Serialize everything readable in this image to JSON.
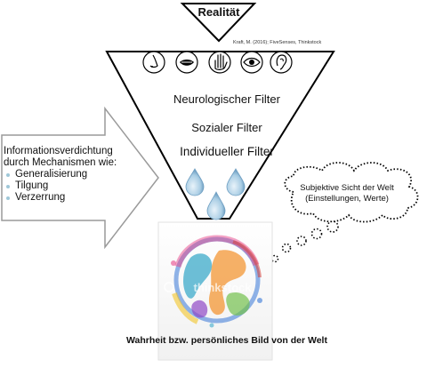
{
  "top": {
    "title": "Realität",
    "credit": "Kraft, M. (2016); FiveSenses, Thinkstock"
  },
  "senses": [
    {
      "icon": "nose-icon"
    },
    {
      "icon": "mouth-icon"
    },
    {
      "icon": "hand-icon"
    },
    {
      "icon": "eye-icon"
    },
    {
      "icon": "ear-icon"
    }
  ],
  "filters": [
    "Neurologischer Filter",
    "Sozialer Filter",
    "Individueller Filter"
  ],
  "info": {
    "lines": [
      "Informationsverdichtung",
      "durch Mechanismen wie:"
    ],
    "bullets": [
      "Generalisierung",
      "Tilgung",
      "Verzerrung"
    ]
  },
  "cloud": {
    "lines": [
      "Subjektive Sicht der Welt",
      "(Einstellungen, Werte)"
    ]
  },
  "watermark": "thinkstock",
  "bottom": {
    "label": "Wahrheit bzw. persönliches Bild von der Welt"
  },
  "colors": {
    "drop": "#8fb9d6",
    "arrow_border": "#9a9a9a",
    "text": "#111111"
  }
}
